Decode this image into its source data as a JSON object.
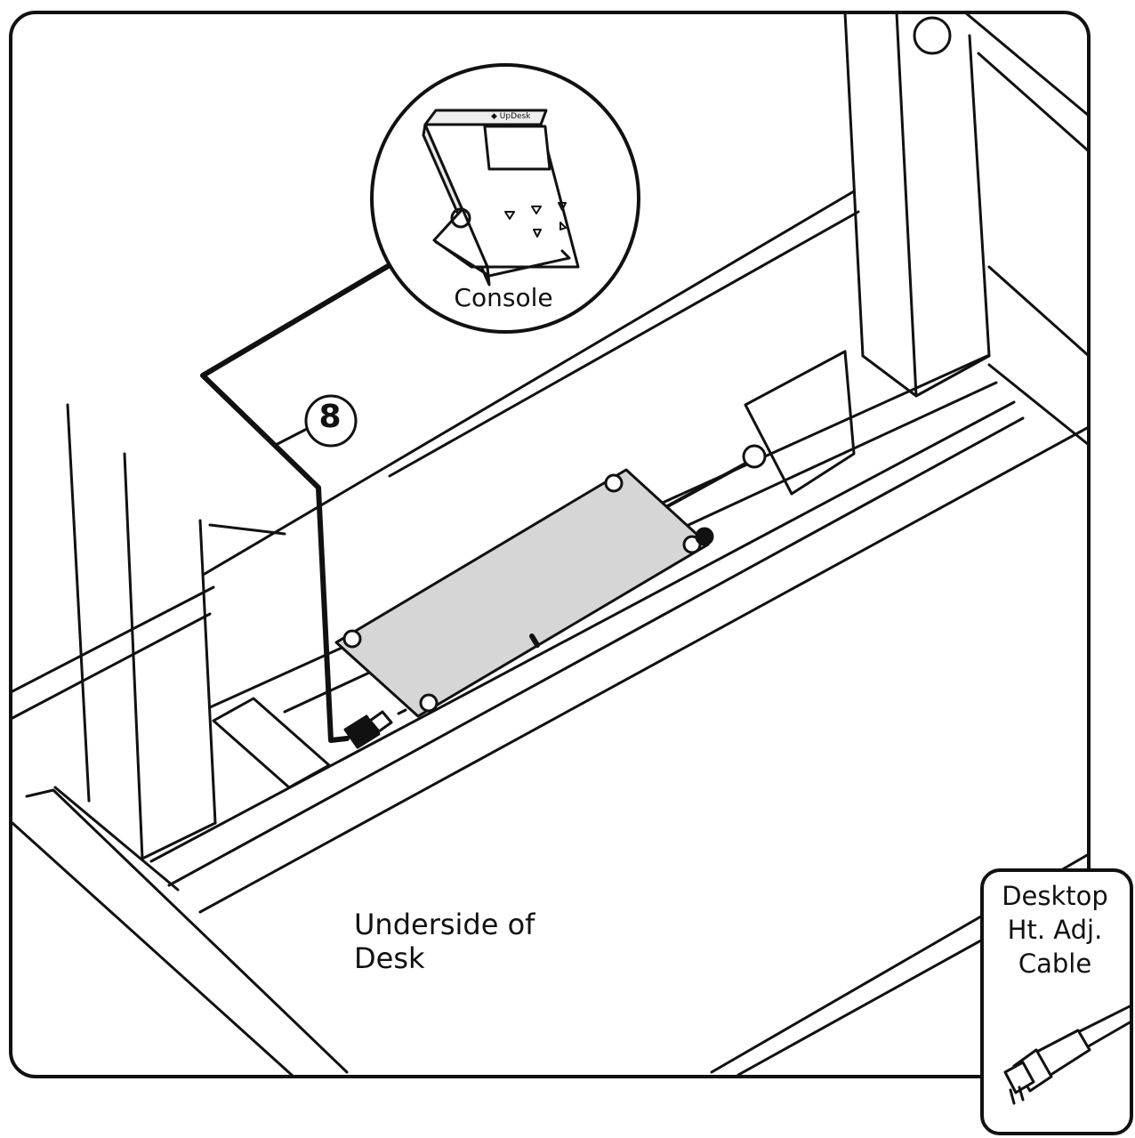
{
  "labels": {
    "console": "Console",
    "step_number": "8",
    "underside_line1": "Underside of",
    "underside_line2": "Desk",
    "inset_line1": "Desktop",
    "inset_line2": "Ht. Adj.",
    "inset_line3": "Cable"
  },
  "colors": {
    "line": "#111111",
    "control_box_fill": "#d6d6d6",
    "background": "#ffffff"
  },
  "icons": {
    "callout": "console-device-icon",
    "inset": "rj-connector-icon"
  }
}
